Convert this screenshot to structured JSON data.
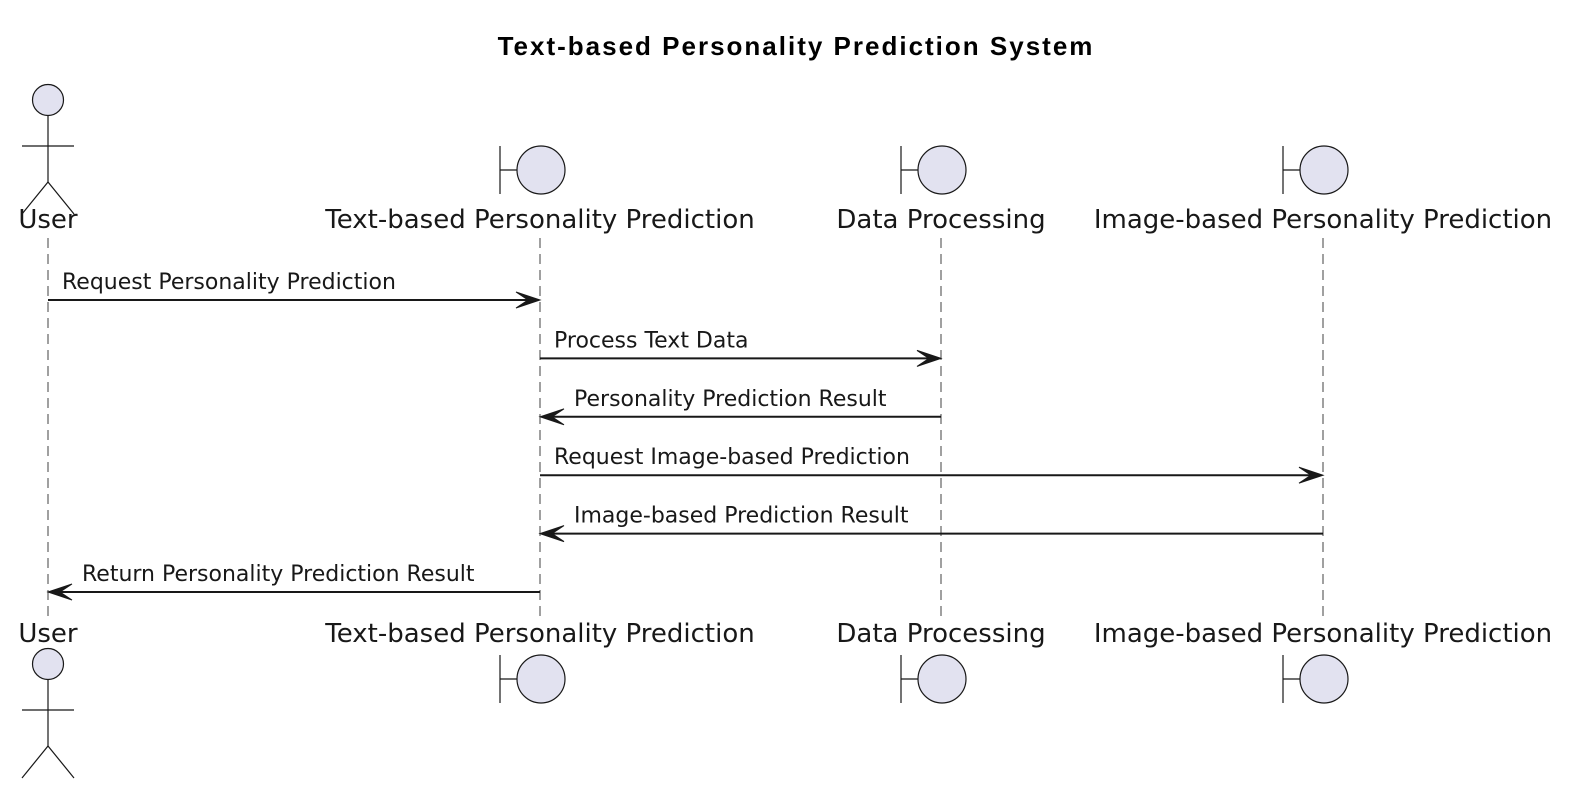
{
  "title": "Text-based Personality Prediction System",
  "colors": {
    "participant_fill": "#e2e2f0",
    "line": "#181818",
    "background": "#ffffff"
  },
  "participants": [
    {
      "id": "user",
      "name": "User",
      "kind": "actor"
    },
    {
      "id": "text",
      "name": "Text-based Personality Prediction",
      "kind": "boundary"
    },
    {
      "id": "data",
      "name": "Data Processing",
      "kind": "boundary"
    },
    {
      "id": "image",
      "name": "Image-based Personality Prediction",
      "kind": "boundary"
    }
  ],
  "messages": [
    {
      "from": "user",
      "to": "text",
      "label": "Request Personality Prediction"
    },
    {
      "from": "text",
      "to": "data",
      "label": "Process Text Data"
    },
    {
      "from": "data",
      "to": "text",
      "label": "Personality Prediction Result"
    },
    {
      "from": "text",
      "to": "image",
      "label": "Request Image-based Prediction"
    },
    {
      "from": "image",
      "to": "text",
      "label": "Image-based Prediction Result"
    },
    {
      "from": "text",
      "to": "user",
      "label": "Return Personality Prediction Result"
    }
  ]
}
